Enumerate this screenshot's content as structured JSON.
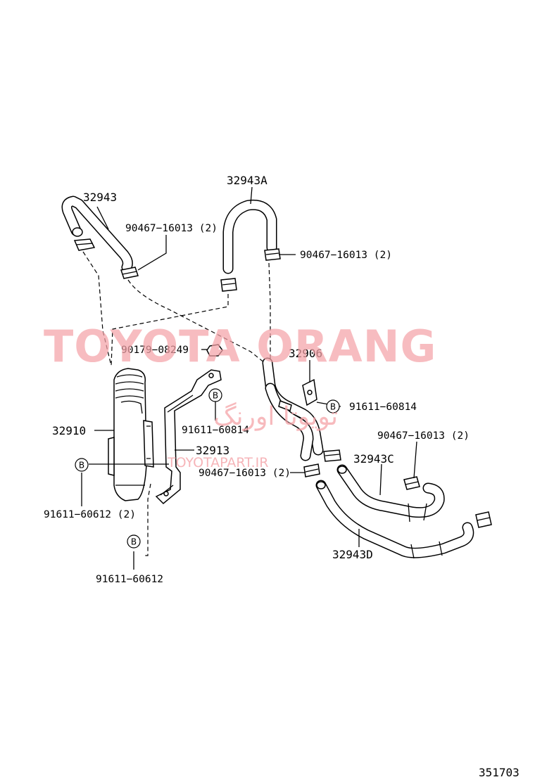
{
  "watermark": {
    "brand": "TOYOTA ORANG",
    "site": "TOYOTAPART.IR",
    "arabic": "تويوتا اورنگ"
  },
  "callouts": {
    "hose_32943": "32943",
    "hose_32943a": "32943A",
    "clamp_top_left": "90467−16013 (2)",
    "clamp_top_right": "90467−16013 (2)",
    "nut_90179": "90179−08249",
    "pipe_32906": "32906",
    "bolt_b_right": "91611−60814",
    "bolt_b_mid": "91611−60814",
    "cooler_32910": "32910",
    "bracket_32913": "32913",
    "clamp_mid": "90467−16013 (2)",
    "clamp_right": "90467−16013 (2)",
    "hose_32943c": "32943C",
    "bolt_b_left": "91611−60612 (2)",
    "hose_32943d": "32943D",
    "bolt_b_bottom": "91611−60612"
  },
  "b_marker": "B",
  "figure_number": "351703"
}
